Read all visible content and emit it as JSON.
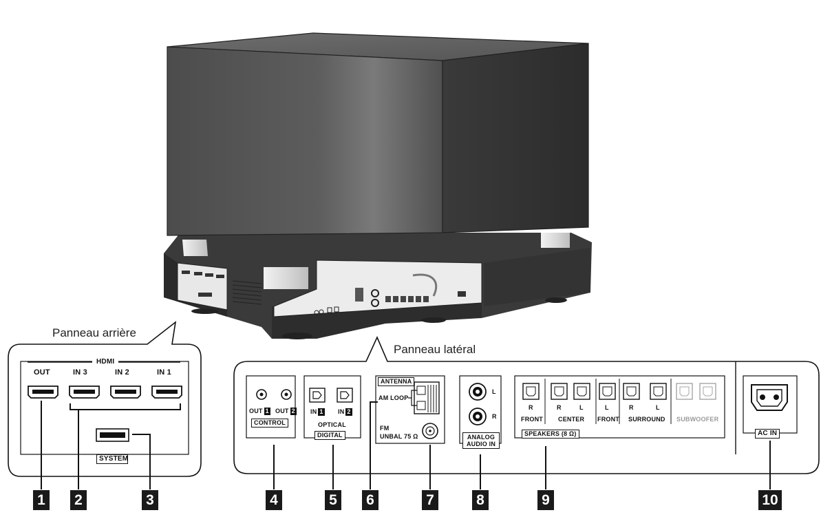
{
  "callouts": {
    "rear_panel": "Panneau arrière",
    "side_panel": "Panneau latéral"
  },
  "rear_panel": {
    "hdmi_title": "HDMI",
    "hdmi_ports": [
      "OUT",
      "IN 3",
      "IN 2",
      "IN 1"
    ],
    "system_label": "SYSTEM"
  },
  "side_panel": {
    "control": {
      "out1": "OUT",
      "out2": "OUT",
      "out1_num": "1",
      "out2_num": "2",
      "label": "CONTROL"
    },
    "digital": {
      "in1": "IN",
      "in2": "IN",
      "in1_num": "1",
      "in2_num": "2",
      "optical": "OPTICAL",
      "label": "DIGITAL"
    },
    "antenna": {
      "label": "ANTENNA",
      "am_loop": "AM LOOP",
      "fm": "FM",
      "fm_unbal": "UNBAL 75 Ω"
    },
    "analog": {
      "l": "L",
      "r": "R",
      "label_line1": "ANALOG",
      "label_line2": "AUDIO IN"
    },
    "speakers": {
      "channels": [
        "R",
        "R",
        "L",
        "L",
        "R",
        "L"
      ],
      "groups": [
        "FRONT",
        "CENTER",
        "FRONT",
        "SURROUND",
        "SUBWOOFER"
      ],
      "label": "SPEAKERS (8 Ω)"
    },
    "ac_in": "AC IN"
  },
  "badges": [
    "1",
    "2",
    "3",
    "4",
    "5",
    "6",
    "7",
    "8",
    "9",
    "10"
  ]
}
